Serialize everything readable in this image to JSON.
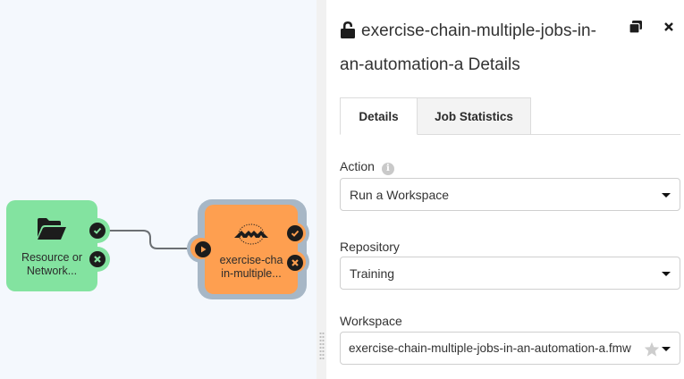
{
  "canvas": {
    "nodes": [
      {
        "id": "resource-network",
        "label_line1": "Resource or",
        "label_line2": "Network...",
        "color": "#83e3a0",
        "icon": "folder-open-icon",
        "ports": [
          "success-check-icon",
          "failure-x-icon"
        ]
      },
      {
        "id": "workspace-node",
        "label_line1": "exercise-cha",
        "label_line2": "in-multiple...",
        "color": "#fe9f50",
        "icon": "fme-logo-icon",
        "ports": [
          "input-play-icon",
          "success-check-icon",
          "failure-x-icon"
        ],
        "selected": true
      }
    ],
    "connection_color": "#6b6f73"
  },
  "panel": {
    "title_line1": "exercise-chain-multiple-jobs-in-",
    "title_line2": "an-automation-a Details",
    "lock_icon": "unlock-icon",
    "pop_out_icon": "window-restore-icon",
    "close_icon": "close-icon",
    "tabs": [
      {
        "label": "Details",
        "active": true
      },
      {
        "label": "Job Statistics",
        "active": false
      }
    ],
    "fields": {
      "action": {
        "label": "Action",
        "value": "Run a Workspace",
        "info_icon": "info-icon"
      },
      "repository": {
        "label": "Repository",
        "value": "Training"
      },
      "workspace": {
        "label": "Workspace",
        "value": "exercise-chain-multiple-jobs-in-an-automation-a.fmw",
        "favorite_icon": "star-icon"
      }
    }
  }
}
